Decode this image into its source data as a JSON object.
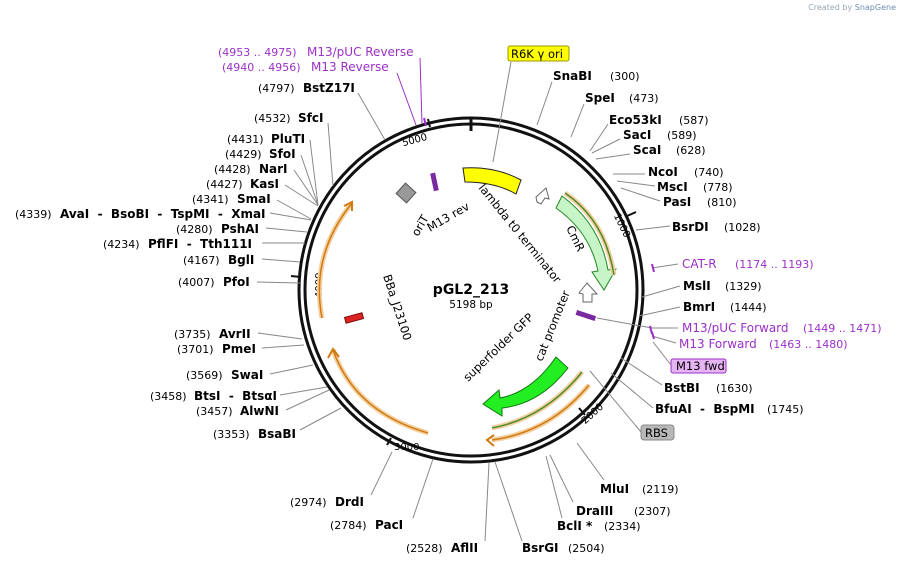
{
  "credit": {
    "prefix": "Created by",
    "brand": "SnapGene"
  },
  "plasmid": {
    "name": "pGL2_213",
    "length_label": "5198 bp",
    "length": 5198
  },
  "ruler_ticks": [
    {
      "position": 1000,
      "label": "1000"
    },
    {
      "position": 2000,
      "label": "2000"
    },
    {
      "position": 3000,
      "label": "3000"
    },
    {
      "position": 4000,
      "label": "4000"
    },
    {
      "position": 5000,
      "label": "5000"
    }
  ],
  "colors": {
    "enzyme": "#000000",
    "primer": "#9b30c8",
    "yellow_feature": "#ffff00",
    "cmr": "#c8f5c8",
    "gfp": "#22ee22",
    "orange": "#f0a020",
    "rbs": "#b8b8b8",
    "orit": "#999999",
    "promoter": "#9b30c8",
    "bba": "#dd2222"
  },
  "features": [
    {
      "label": "R6K γ ori",
      "boxed": true,
      "box_color": "#ffff00"
    },
    {
      "label": "lambda t0 terminator"
    },
    {
      "label": "CmR"
    },
    {
      "label": "cat promoter"
    },
    {
      "label": "superfolder GFP"
    },
    {
      "label": "oriT"
    },
    {
      "label": "M13 rev"
    },
    {
      "label": "BBa_J23100"
    },
    {
      "label": "M13 fwd",
      "boxed": true,
      "box_color": "#e6b3f5"
    },
    {
      "label": "RBS",
      "boxed": true,
      "box_color": "#b8b8b8"
    }
  ],
  "enzymes_right": [
    {
      "name": "SnaBI",
      "pos": "(300)"
    },
    {
      "name": "SpeI",
      "pos": "(473)"
    },
    {
      "name": "Eco53kI",
      "pos": "(587)"
    },
    {
      "name": "SacI",
      "pos": "(589)"
    },
    {
      "name": "ScaI",
      "pos": "(628)"
    },
    {
      "name": "NcoI",
      "pos": "(740)"
    },
    {
      "name": "MscI",
      "pos": "(778)"
    },
    {
      "name": "PasI",
      "pos": "(810)"
    },
    {
      "name": "BsrDI",
      "pos": "(1028)"
    },
    {
      "name": "MslI",
      "pos": "(1329)"
    },
    {
      "name": "BmrI",
      "pos": "(1444)"
    },
    {
      "name": "BstBI",
      "pos": "(1630)"
    },
    {
      "name": "BfuAI  -  BspMI",
      "pos": "(1745)"
    },
    {
      "name": "MluI",
      "pos": "(2119)"
    },
    {
      "name": "DraIII",
      "pos": "(2307)"
    },
    {
      "name": "BclI *",
      "pos": "(2334)"
    },
    {
      "name": "BsrGI",
      "pos": "(2504)"
    }
  ],
  "enzymes_left": [
    {
      "name": "BstZ17I",
      "pos": "(4797)"
    },
    {
      "name": "SfcI",
      "pos": "(4532)"
    },
    {
      "name": "PluTI",
      "pos": "(4431)"
    },
    {
      "name": "SfoI",
      "pos": "(4429)"
    },
    {
      "name": "NarI",
      "pos": "(4428)"
    },
    {
      "name": "KasI",
      "pos": "(4427)"
    },
    {
      "name": "SmaI",
      "pos": "(4341)"
    },
    {
      "name": "AvaI  -  BsoBI  -  TspMI  -  XmaI",
      "pos": "(4339)"
    },
    {
      "name": "PshAI",
      "pos": "(4280)"
    },
    {
      "name": "PflFI  -  Tth111I",
      "pos": "(4234)"
    },
    {
      "name": "BglI",
      "pos": "(4167)"
    },
    {
      "name": "PfoI",
      "pos": "(4007)"
    },
    {
      "name": "AvrII",
      "pos": "(3735)"
    },
    {
      "name": "PmeI",
      "pos": "(3701)"
    },
    {
      "name": "SwaI",
      "pos": "(3569)"
    },
    {
      "name": "BtsI  -  BtsαI",
      "pos": "(3458)"
    },
    {
      "name": "AlwNI",
      "pos": "(3457)"
    },
    {
      "name": "BsaBI",
      "pos": "(3353)"
    },
    {
      "name": "DrdI",
      "pos": "(2974)"
    },
    {
      "name": "PacI",
      "pos": "(2784)"
    },
    {
      "name": "AflII",
      "pos": "(2528)"
    }
  ],
  "primers": [
    {
      "name": "M13/pUC Reverse",
      "range": "(4953 .. 4975)"
    },
    {
      "name": "M13 Reverse",
      "range": "(4940 .. 4956)"
    },
    {
      "name": "CAT-R",
      "range": "(1174 .. 1193)"
    },
    {
      "name": "M13/pUC Forward",
      "range": "(1449 .. 1471)"
    },
    {
      "name": "M13 Forward",
      "range": "(1463 .. 1480)"
    }
  ]
}
